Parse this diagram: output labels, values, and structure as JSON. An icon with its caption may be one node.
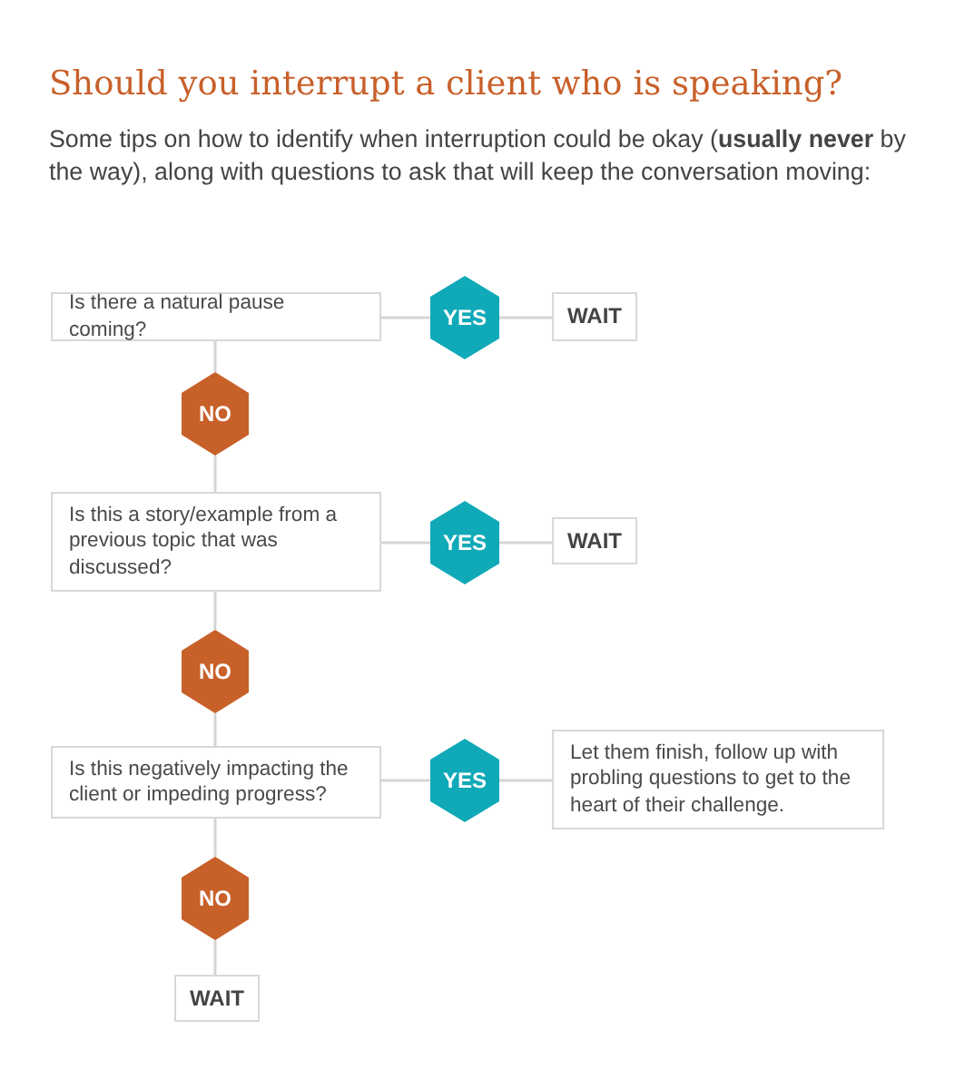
{
  "diagram": {
    "title": "Should you interrupt a client who is speaking?",
    "caption": "Some tips on how to identify when interruption could be okay (**usually never** by the way), along with questions to ask that will keep the conversation moving:",
    "nodes": [
      {
        "text": [
          "Is there a natural pause coming?"
        ]
      },
      {
        "text": [
          "YES"
        ]
      },
      {
        "text": [
          "WAIT"
        ]
      },
      {
        "text": [
          "NO"
        ]
      },
      {
        "text": [
          "Is this a story/example from a previous topic that was discussed?"
        ]
      },
      {
        "text": [
          "YES"
        ]
      },
      {
        "text": [
          "WAIT"
        ]
      },
      {
        "text": [
          "NO"
        ]
      },
      {
        "text": [
          "Is this negatively impacting the client or impeding progress?"
        ]
      },
      {
        "text": [
          "YES"
        ]
      },
      {
        "text": [
          "Let them finish, follow up with probling questions to get to the heart of their challenge."
        ]
      },
      {
        "text": [
          "NO"
        ]
      },
      {
        "text": [
          "WAIT"
        ]
      }
    ],
    "edges": [
      {
        "from": 0,
        "to": 1,
        "arrow": "none"
      },
      {
        "from": 1,
        "to": 2,
        "arrow": "none"
      },
      {
        "from": 0,
        "to": 3,
        "arrow": "none"
      },
      {
        "from": 3,
        "to": 4,
        "arrow": "none"
      },
      {
        "from": 4,
        "to": 5,
        "arrow": "none"
      },
      {
        "from": 5,
        "to": 6,
        "arrow": "none"
      },
      {
        "from": 4,
        "to": 7,
        "arrow": "none"
      },
      {
        "from": 7,
        "to": 8,
        "arrow": "none"
      },
      {
        "from": 8,
        "to": 9,
        "arrow": "none"
      },
      {
        "from": 9,
        "to": 10,
        "arrow": "none"
      },
      {
        "from": 8,
        "to": 11,
        "arrow": "none"
      },
      {
        "from": 11,
        "to": 12,
        "arrow": "none"
      }
    ]
  }
}
